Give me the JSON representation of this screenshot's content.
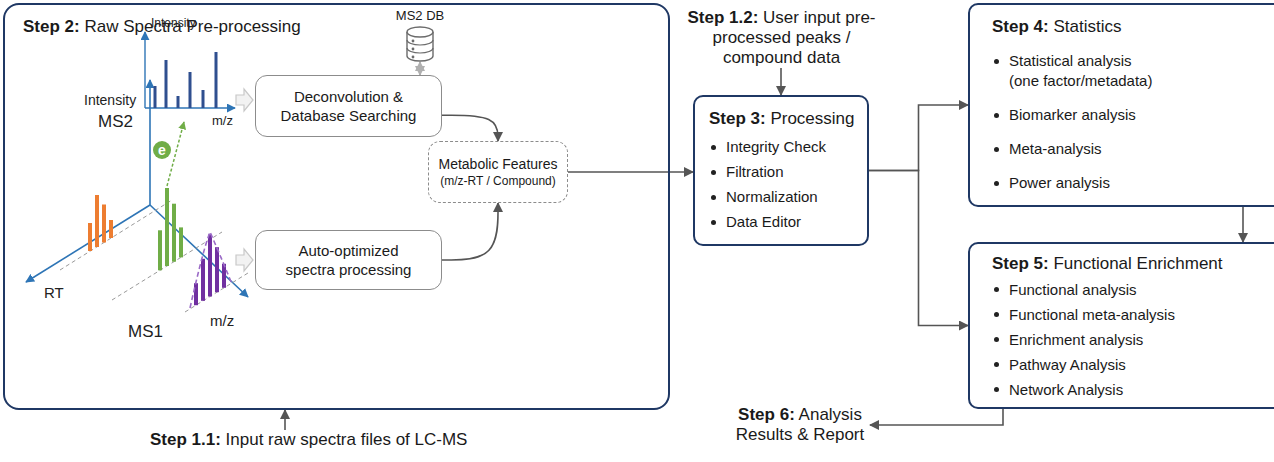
{
  "diagram": {
    "nodes": [
      {
        "text": [
          "Step 2: Raw Spectra Pre-processing"
        ]
      },
      {
        "text": [
          "MS2 DB"
        ],
        "in": 0
      },
      {
        "text": [
          "Deconvolution & Database Searching"
        ],
        "in": 0
      },
      {
        "text": [
          "Auto-optimized spectra processing"
        ],
        "in": 0
      },
      {
        "text": [
          "Metabolic Features",
          "(m/z-RT / Compound)"
        ],
        "in": 0
      },
      {
        "text": [
          "Step 1.1: Input raw spectra files of LC-MS"
        ]
      },
      {
        "text": [
          "Step 1.2: User input pre-processed peaks / compound data"
        ]
      },
      {
        "text": [
          "Step 3: Processing",
          "Integrity Check",
          "Filtration",
          "Normalization",
          "Data Editor"
        ]
      },
      {
        "text": [
          "Step 4: Statistics",
          "Statistical analysis (one factor/metadata)",
          "Biomarker analysis",
          "Meta-analysis",
          "Power analysis"
        ]
      },
      {
        "text": [
          "Step 5: Functional Enrichment",
          "Functional analysis",
          "Functional meta-analysis",
          "Enrichment analysis",
          "Pathway Analysis",
          "Network Analysis"
        ]
      },
      {
        "text": [
          "Step 6: Analysis Results & Report"
        ]
      }
    ],
    "edges": [
      {
        "from": 1,
        "to": 2,
        "arrow": "both"
      },
      {
        "from": 2,
        "to": 4,
        "arrow": "to"
      },
      {
        "from": 3,
        "to": 4,
        "arrow": "to"
      },
      {
        "from": 4,
        "to": 7,
        "arrow": "to"
      },
      {
        "from": 5,
        "to": 0,
        "arrow": "to"
      },
      {
        "from": 6,
        "to": 7,
        "arrow": "to"
      },
      {
        "from": 7,
        "to": 8,
        "arrow": "to"
      },
      {
        "from": 7,
        "to": 9,
        "arrow": "to"
      },
      {
        "from": 8,
        "to": 9,
        "arrow": "to"
      },
      {
        "from": 9,
        "to": 10,
        "arrow": "to"
      }
    ],
    "labels": [
      "Intensity",
      "Intensity",
      "MS2",
      "m/z",
      "RT",
      "m/z",
      "MS1",
      "e"
    ]
  }
}
